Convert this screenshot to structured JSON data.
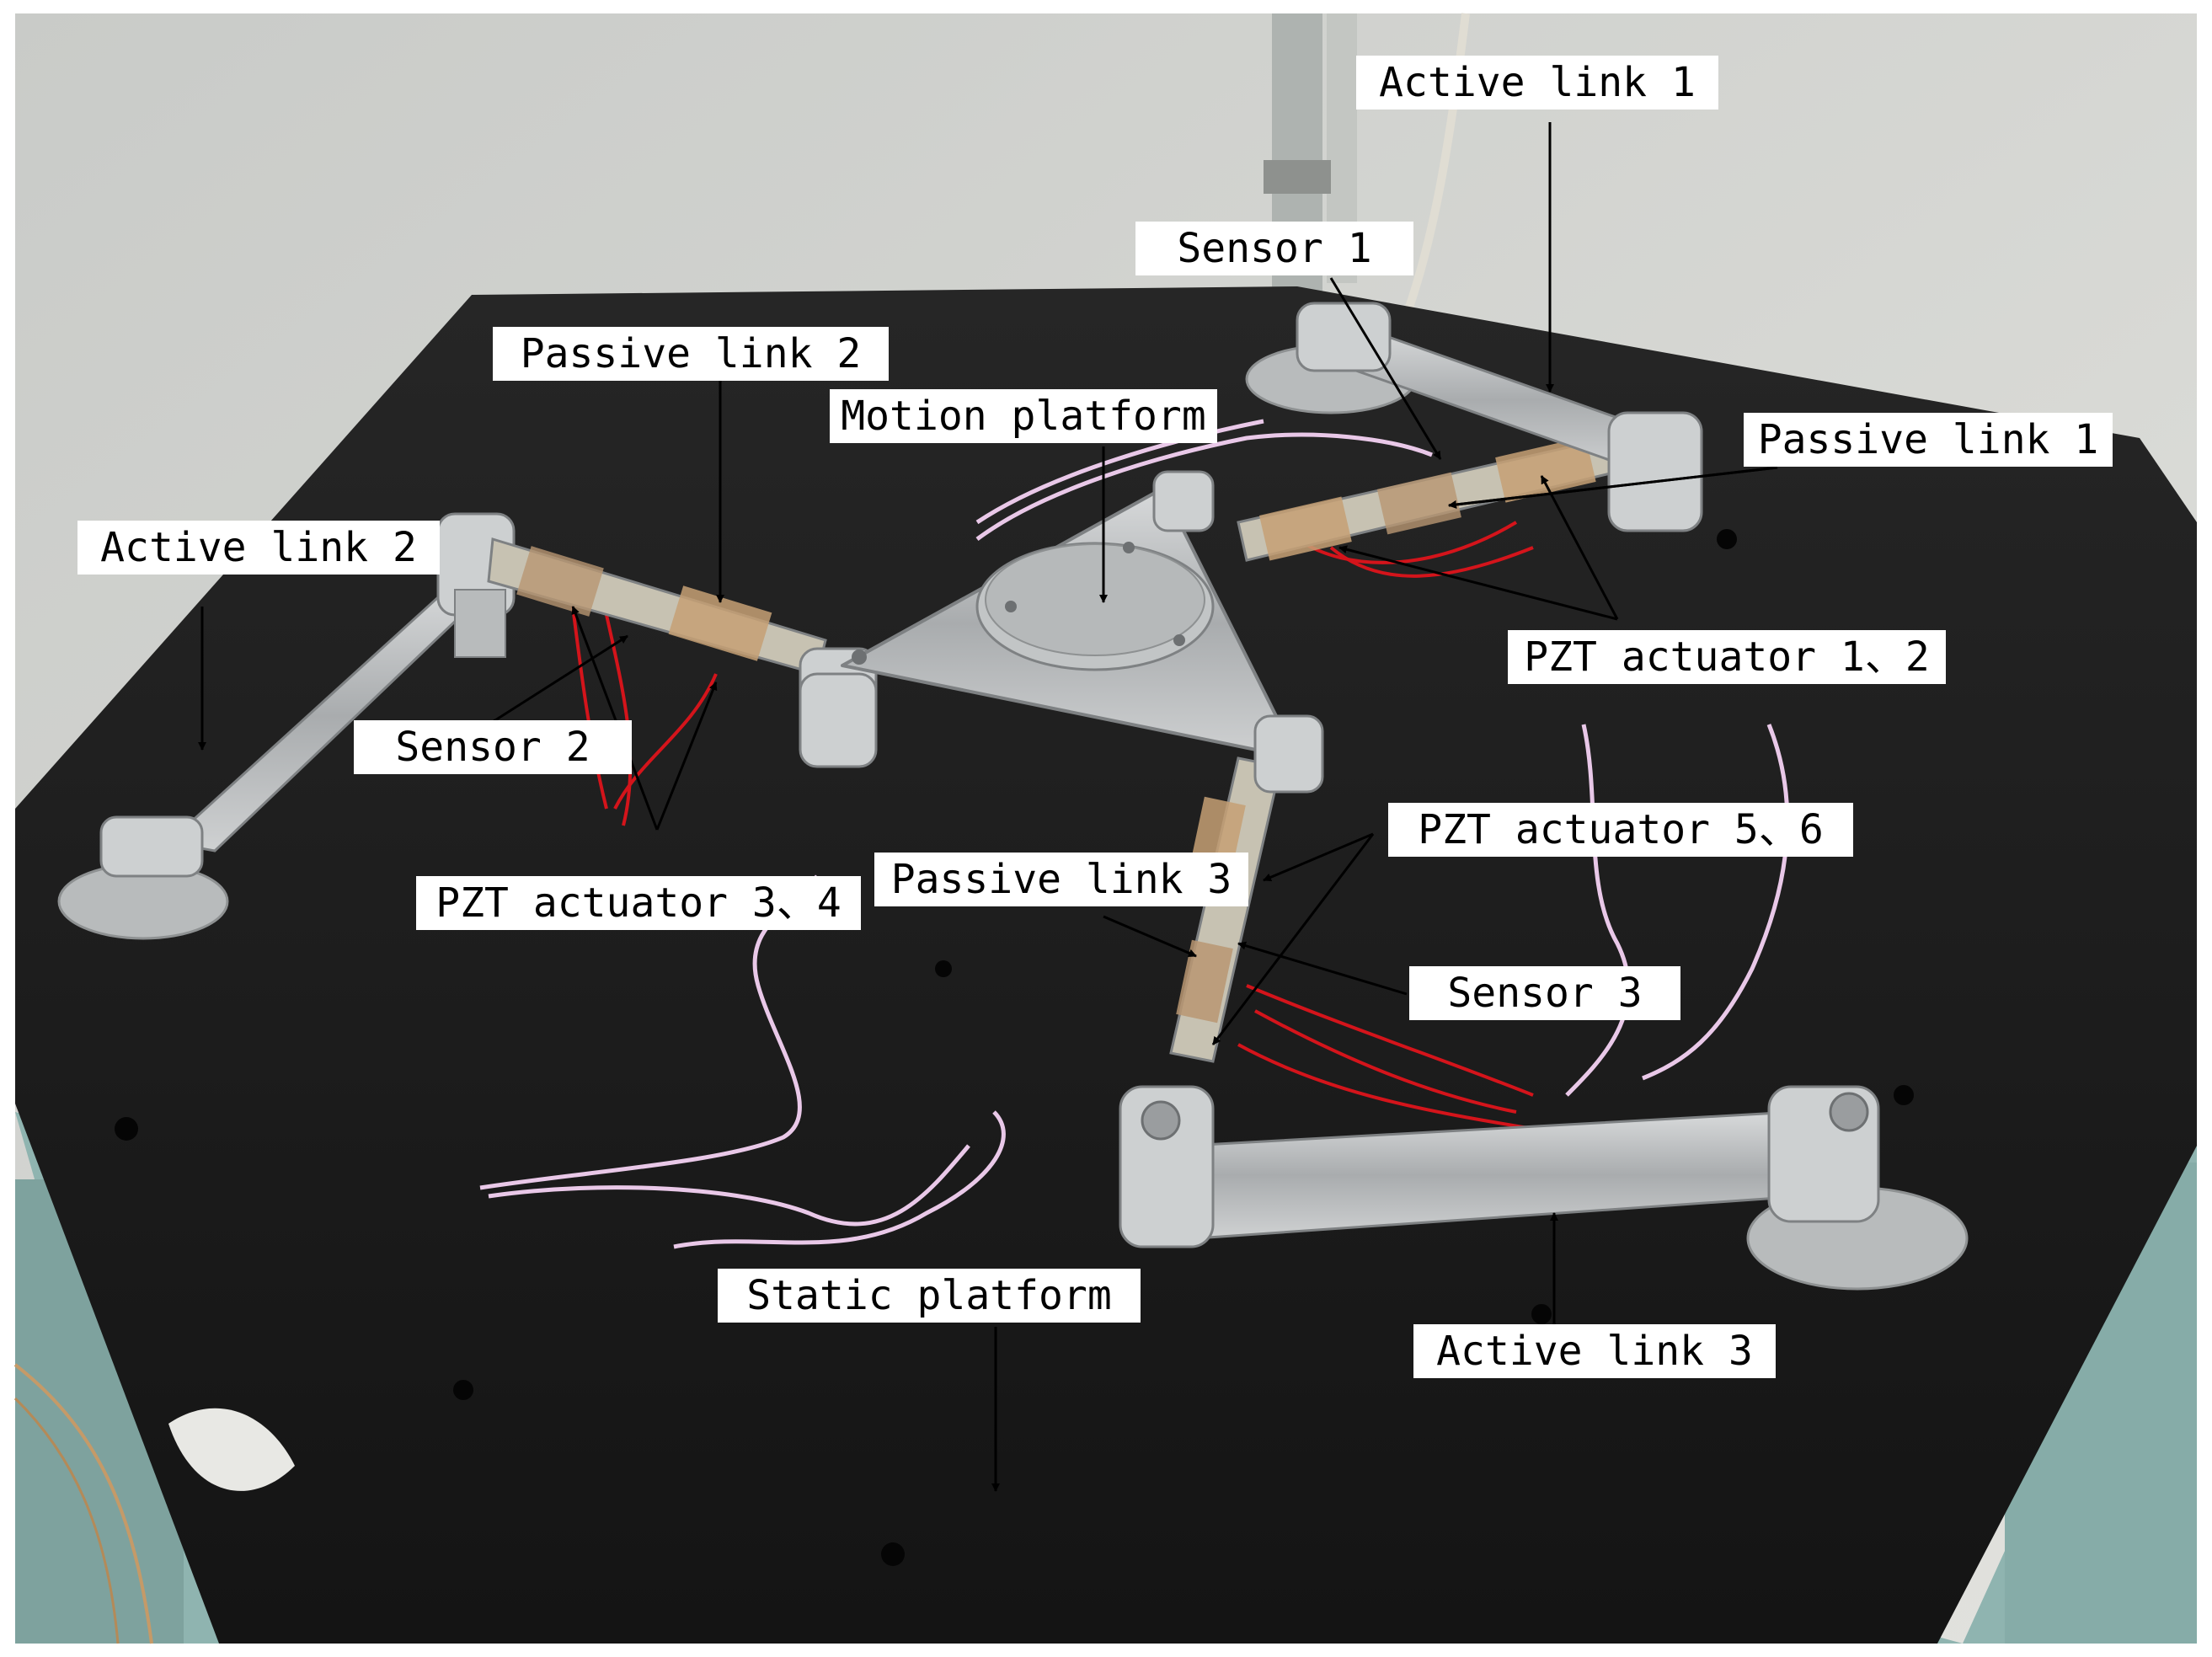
{
  "labels": {
    "active_link_1": "Active link 1",
    "active_link_2": "Active link 2",
    "active_link_3": "Active link 3",
    "passive_link_1": "Passive link 1",
    "passive_link_2": "Passive link 2",
    "passive_link_3": "Passive link 3",
    "sensor_1": "Sensor 1",
    "sensor_2": "Sensor 2",
    "sensor_3": "Sensor 3",
    "motion_platform": "Motion platform",
    "static_platform": "Static platform",
    "pzt_actuator_12": "PZT actuator 1、2",
    "pzt_actuator_34": "PZT actuator 3、4",
    "pzt_actuator_56": "PZT actuator 5、6"
  },
  "colors": {
    "wall": "#d4d5d1",
    "table_top": "#1c1c1c",
    "table_frame": "#8fb4b0",
    "aluminum": "#b9bcbd",
    "wire_red": "#d4141b",
    "wire_pink": "#e9c8e8",
    "callout_bg": "#ffffff",
    "arrow": "#000000"
  }
}
